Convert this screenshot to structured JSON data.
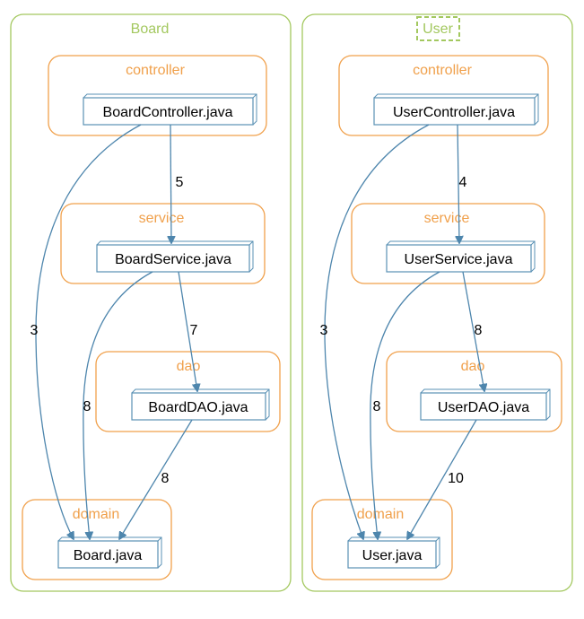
{
  "modules": [
    {
      "title": "Board",
      "packages": [
        {
          "title": "controller",
          "file": "BoardController.java"
        },
        {
          "title": "service",
          "file": "BoardService.java"
        },
        {
          "title": "dao",
          "file": "BoardDAO.java"
        },
        {
          "title": "domain",
          "file": "Board.java"
        }
      ],
      "edges": [
        {
          "from": "BoardController.java",
          "to": "BoardService.java",
          "label": "5"
        },
        {
          "from": "BoardController.java",
          "to": "Board.java",
          "label": "3"
        },
        {
          "from": "BoardService.java",
          "to": "BoardDAO.java",
          "label": "7"
        },
        {
          "from": "BoardService.java",
          "to": "Board.java",
          "label": "8"
        },
        {
          "from": "BoardDAO.java",
          "to": "Board.java",
          "label": "8"
        }
      ]
    },
    {
      "title": "User",
      "packages": [
        {
          "title": "controller",
          "file": "UserController.java"
        },
        {
          "title": "service",
          "file": "UserService.java"
        },
        {
          "title": "dao",
          "file": "UserDAO.java"
        },
        {
          "title": "domain",
          "file": "User.java"
        }
      ],
      "edges": [
        {
          "from": "UserController.java",
          "to": "UserService.java",
          "label": "4"
        },
        {
          "from": "UserController.java",
          "to": "User.java",
          "label": "3"
        },
        {
          "from": "UserService.java",
          "to": "UserDAO.java",
          "label": "8"
        },
        {
          "from": "UserService.java",
          "to": "User.java",
          "label": "8"
        },
        {
          "from": "UserDAO.java",
          "to": "User.java",
          "label": "10"
        }
      ]
    }
  ],
  "colors": {
    "module_border": "#a3c85f",
    "package_border": "#f0a04b",
    "file_border": "#5a91b5",
    "edge": "#4e86ad"
  }
}
